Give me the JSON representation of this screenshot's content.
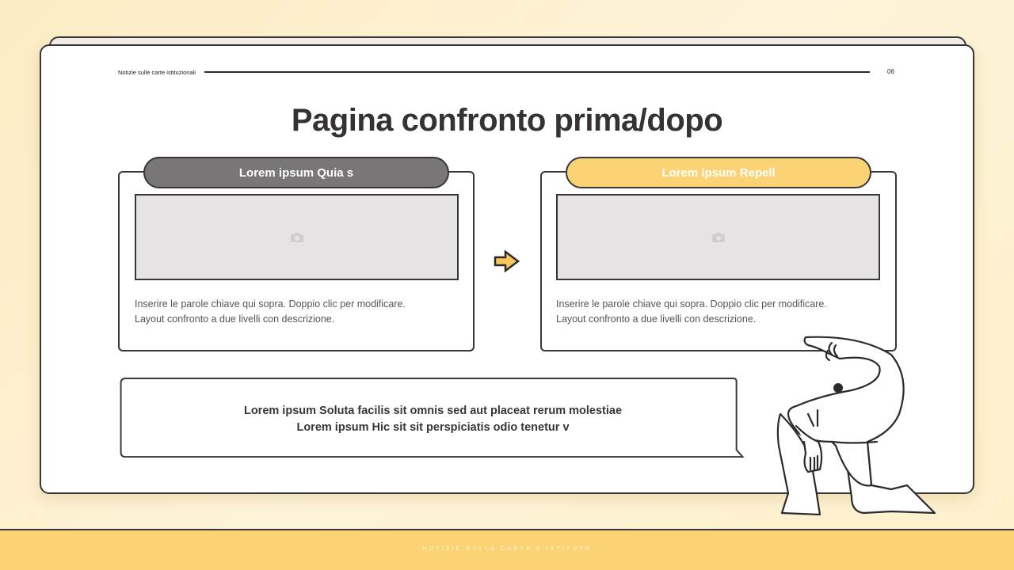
{
  "header": {
    "section_label": "Notizie sulle carte istituzionali",
    "page_number": "06"
  },
  "title": "Pagina confronto prima/dopo",
  "comparison": {
    "before": {
      "label": "Lorem ipsum Quia s",
      "image_icon": "camera-icon",
      "description_line1": "Inserire le parole chiave qui sopra. Doppio clic per modificare.",
      "description_line2": "Layout confronto a due livelli con descrizione.",
      "color": "#787676"
    },
    "arrow_icon": "arrow-right-icon",
    "after": {
      "label": "Lorem ipsum Repell",
      "image_icon": "camera-icon",
      "description_line1": "Inserire le parole chiave qui sopra. Doppio clic per modificare.",
      "description_line2": "Layout confronto a due livelli con descrizione.",
      "color": "#fbd274"
    }
  },
  "note": {
    "line1": "Lorem ipsum Soluta facilis sit omnis sed aut placeat rerum molestiae",
    "line2": "Lorem ipsum Hic sit sit perspiciatis odio tenetur v"
  },
  "footer": {
    "text": "NOTIZIE SULLA CARTA D'ISTITUTO"
  },
  "colors": {
    "background": "#fdf0cc",
    "accent_yellow": "#f9d374",
    "outline": "#3a3536",
    "gray_pill": "#787676"
  }
}
